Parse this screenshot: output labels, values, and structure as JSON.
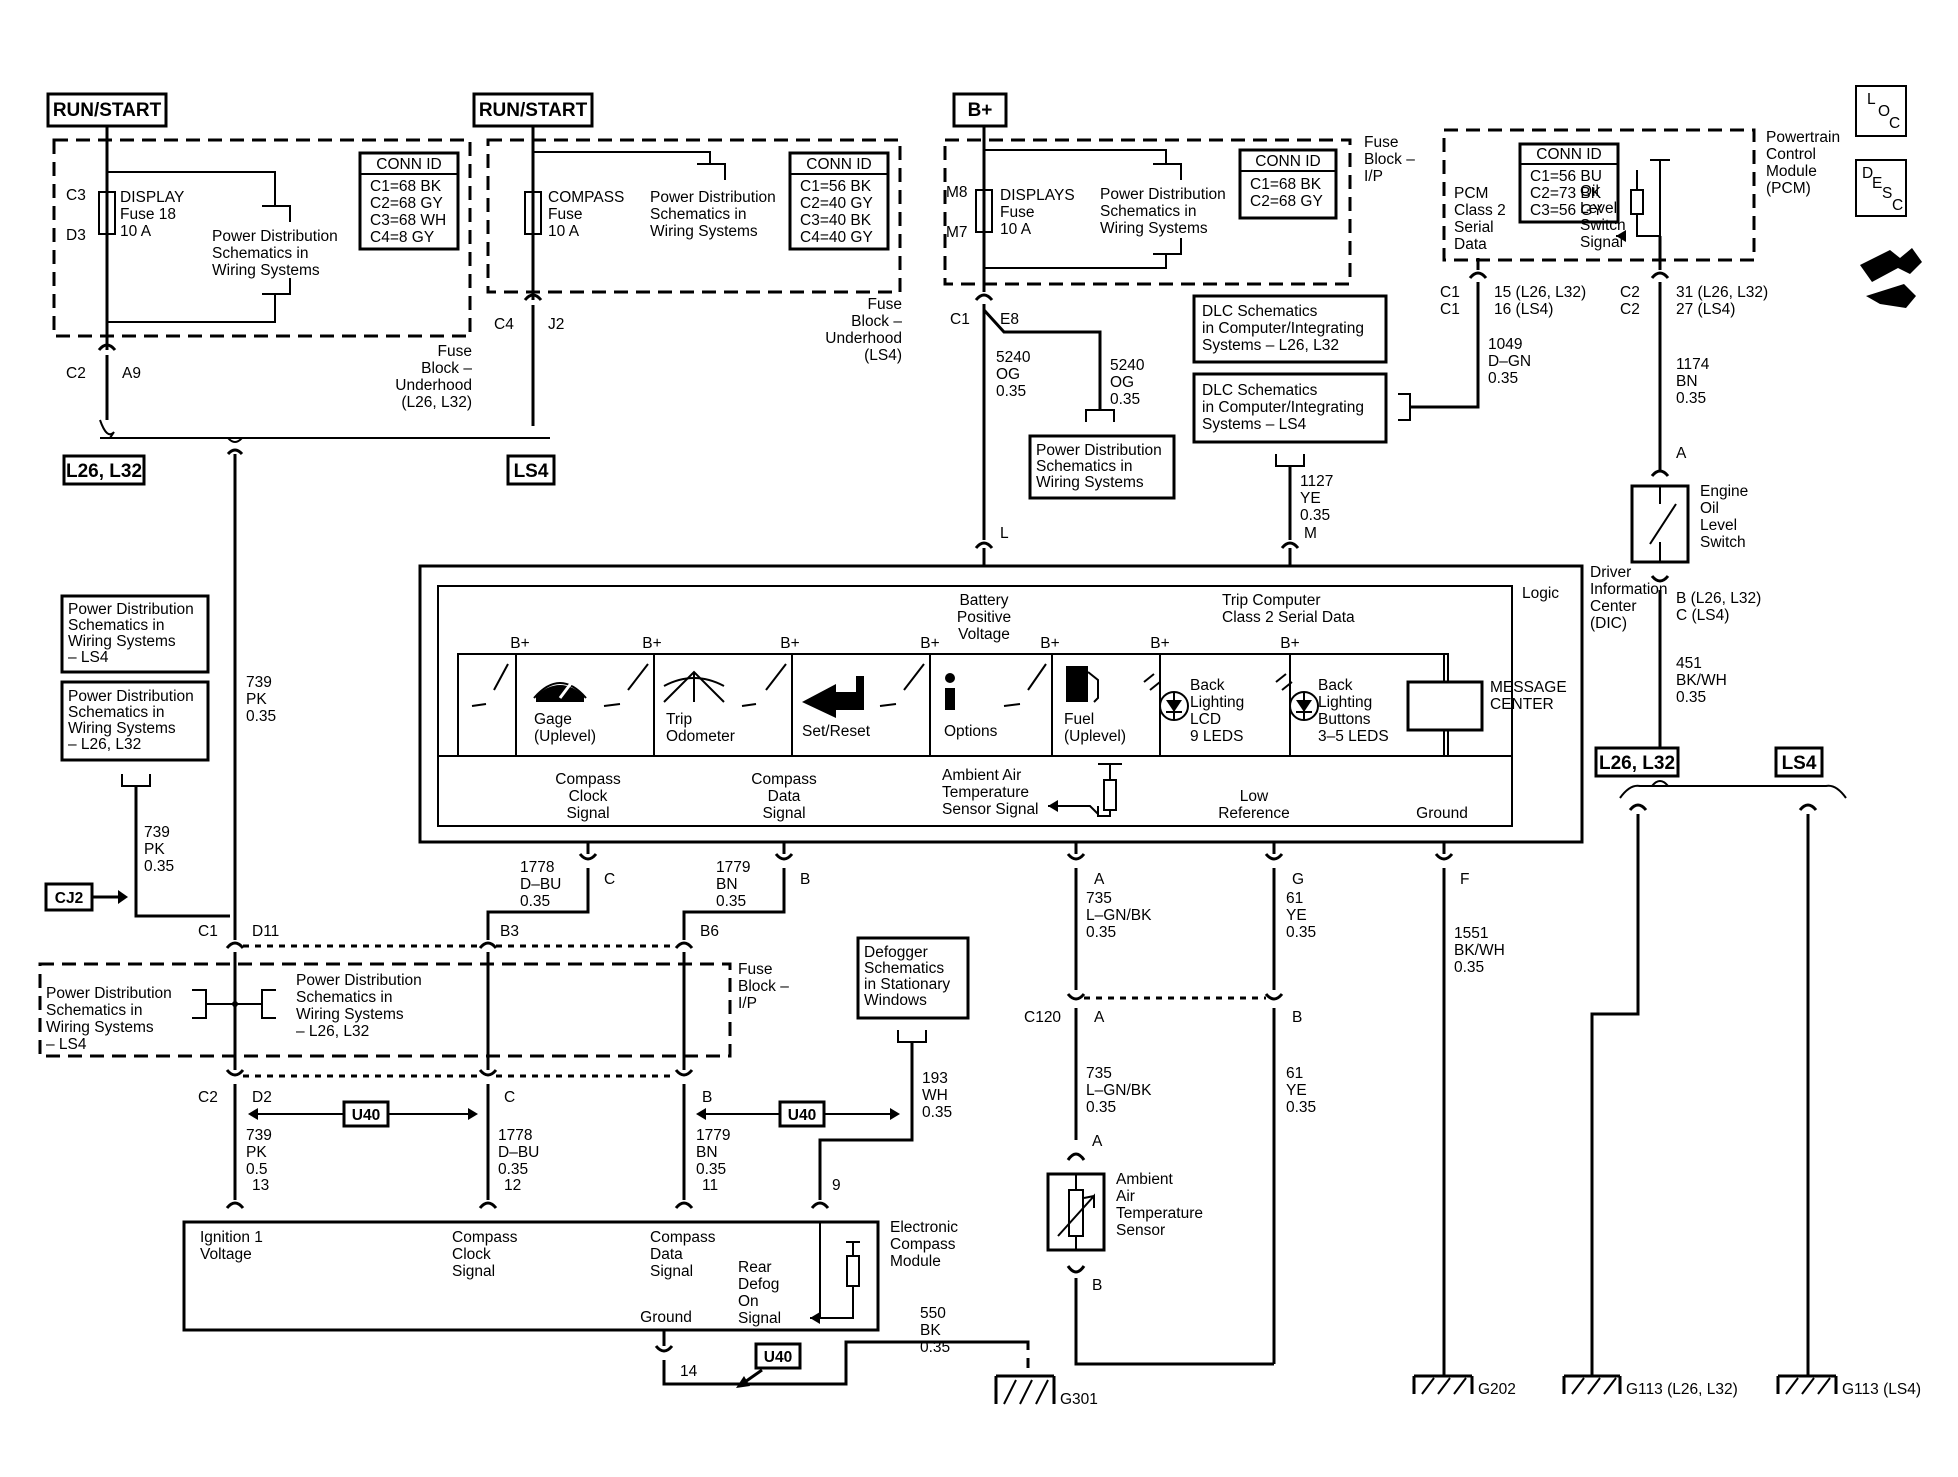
{
  "title": "",
  "tags": {
    "run_start_1": "RUN/START",
    "run_start_2": "RUN/START",
    "b_plus": "B+",
    "l26_l32_left": "L26, L32",
    "ls4_left": "LS4",
    "l26_l32_right": "L26, L32",
    "ls4_right": "LS4",
    "cj2": "CJ2",
    "u40_a": "U40",
    "u40_b": "U40",
    "u40_c": "U40",
    "loc": [
      "L",
      "O",
      "C"
    ],
    "desc": [
      "D",
      "E",
      "S",
      "C"
    ]
  },
  "fuse_block_underhood_l26": {
    "lines": [
      "Fuse",
      "Block –",
      "Underhood",
      "(L26, L32)"
    ],
    "fuse": [
      "DISPLAY",
      "Fuse 18",
      "10 A"
    ],
    "pins": {
      "top": "C3",
      "bottom": "D3"
    },
    "pd_ref": [
      "Power Distribution",
      "Schematics in",
      "Wiring Systems"
    ],
    "conn_title": "CONN ID",
    "conn_rows": [
      "C1=68 BK",
      "C2=68 GY",
      "C3=68 WH",
      "C4=8 GY"
    ],
    "out_conn": "C2",
    "out_pin": "A9"
  },
  "fuse_block_underhood_ls4": {
    "lines": [
      "Fuse",
      "Block –",
      "Underhood",
      "(LS4)"
    ],
    "fuse": [
      "COMPASS",
      "Fuse",
      "10 A"
    ],
    "pd_ref": [
      "Power Distribution",
      "Schematics in",
      "Wiring Systems"
    ],
    "conn_title": "CONN ID",
    "conn_rows": [
      "C1=56 BK",
      "C2=40 GY",
      "C3=40 BK",
      "C4=40 GY"
    ],
    "out_conn": "C4",
    "out_pin": "J2"
  },
  "fuse_block_ip": {
    "lines": [
      "Fuse",
      "Block –",
      "I/P"
    ],
    "fuse": [
      "DISPLAYS",
      "Fuse",
      "10 A"
    ],
    "pins": {
      "top": "M8",
      "bottom": "M7"
    },
    "pd_ref": [
      "Power Distribution",
      "Schematics in",
      "Wiring Systems"
    ],
    "conn_title": "CONN ID",
    "conn_rows": [
      "C1=68 BK",
      "C2=68 GY"
    ],
    "out_conn": "C1",
    "out_pin": "E8"
  },
  "pcm": {
    "name": [
      "Powertrain",
      "Control",
      "Module",
      "(PCM)"
    ],
    "conn_title": "CONN ID",
    "conn_rows": [
      "C1=56 BU",
      "C2=73 BK",
      "C3=56 GY"
    ],
    "serial": [
      "PCM",
      "Class 2",
      "Serial",
      "Data"
    ],
    "oil": [
      "Oil",
      "Level",
      "Switch",
      "Signal"
    ],
    "c1": [
      "C1",
      "C1"
    ],
    "c1_pins": [
      "15 (L26, L32)",
      "16 (LS4)"
    ],
    "c2": [
      "C2",
      "C2"
    ],
    "c2_pins": [
      "31 (L26, L32)",
      "27 (LS4)"
    ]
  },
  "wires": {
    "w5240a": [
      "5240",
      "OG",
      "0.35"
    ],
    "w5240b": [
      "5240",
      "OG",
      "0.35"
    ],
    "w1049": [
      "1049",
      "D–GN",
      "0.35"
    ],
    "w1174": [
      "1174",
      "BN",
      "0.35"
    ],
    "w1127": [
      "1127",
      "YE",
      "0.35"
    ],
    "w451": [
      "451",
      "BK/WH",
      "0.35"
    ],
    "w739a": [
      "739",
      "PK",
      "0.35"
    ],
    "w739b": [
      "739",
      "PK",
      "0.35"
    ],
    "w739c": [
      "739",
      "PK",
      "0.5"
    ],
    "w1778a": [
      "1778",
      "D–BU",
      "0.35"
    ],
    "w1778b": [
      "1778",
      "D–BU",
      "0.35"
    ],
    "w1779a": [
      "1779",
      "BN",
      "0.35"
    ],
    "w1779b": [
      "1779",
      "BN",
      "0.35"
    ],
    "w735a": [
      "735",
      "L–GN/BK",
      "0.35"
    ],
    "w735b": [
      "735",
      "L–GN/BK",
      "0.35"
    ],
    "w61a": [
      "61",
      "YE",
      "0.35"
    ],
    "w61b": [
      "61",
      "YE",
      "0.35"
    ],
    "w1551": [
      "1551",
      "BK/WH",
      "0.35"
    ],
    "w193": [
      "193",
      "WH",
      "0.35"
    ],
    "w550": [
      "550",
      "BK",
      "0.35"
    ]
  },
  "refs": {
    "dlc_l26": [
      "DLC Schematics",
      "in Computer/Integrating",
      "Systems – L26, L32"
    ],
    "dlc_ls4": [
      "DLC Schematics",
      "in Computer/Integrating",
      "Systems – LS4"
    ],
    "pd_mid": [
      "Power Distribution",
      "Schematics in",
      "Wiring Systems"
    ],
    "pd_ls4_top": [
      "Power Distribution",
      "Schematics in",
      "Wiring Systems",
      "– LS4"
    ],
    "pd_l26": [
      "Power Distribution",
      "Schematics in",
      "Wiring Systems",
      "– L26, L32"
    ],
    "pd_ls4_left": [
      "Power Distribution",
      "Schematics in",
      "Wiring Systems",
      "– LS4"
    ],
    "pd_l26_ip": [
      "Power Distribution",
      "Schematics in",
      "Wiring Systems",
      "– L26, L32"
    ],
    "defogger": [
      "Defogger",
      "Schematics",
      "in Stationary",
      "Windows"
    ]
  },
  "oil_switch": {
    "name": [
      "Engine",
      "Oil",
      "Level",
      "Switch"
    ],
    "pin_a": "A",
    "pin_b": [
      "B (L26, L32)",
      "C (LS4)"
    ]
  },
  "dic": {
    "name": [
      "Driver",
      "Information",
      "Center",
      "(DIC)"
    ],
    "logic": "Logic",
    "battery": [
      "Battery",
      "Positive",
      "Voltage"
    ],
    "trip": [
      "Trip Computer",
      "Class 2 Serial Data"
    ],
    "bplus": "B+",
    "buttons": [
      [
        "Gage",
        "(Uplevel)"
      ],
      [
        "Trip",
        "Odometer"
      ],
      [
        "Set/Reset"
      ],
      [
        "Options"
      ],
      [
        "Fuel",
        "(Uplevel)"
      ]
    ],
    "lcd": [
      "Back",
      "Lighting",
      "LCD",
      "9 LEDS"
    ],
    "btn_leds": [
      "Back",
      "Lighting",
      "Buttons",
      "3–5 LEDS"
    ],
    "msg": [
      "MESSAGE",
      "CENTER"
    ],
    "compass_clock": [
      "Compass",
      "Clock",
      "Signal"
    ],
    "compass_data": [
      "Compass",
      "Data",
      "Signal"
    ],
    "ambient": [
      "Ambient Air",
      "Temperature",
      "Sensor Signal"
    ],
    "low_ref": [
      "Low",
      "Reference"
    ],
    "ground": "Ground",
    "pins": {
      "L": "L",
      "M": "M",
      "C": "C",
      "B": "B",
      "A": "A",
      "G": "G",
      "F": "F"
    }
  },
  "ip_fuse_block": {
    "lines": [
      "Fuse",
      "Block –",
      "I/P"
    ],
    "c1": "C1",
    "d11": "D11",
    "b3": "B3",
    "b6": "B6",
    "c2": "C2",
    "d2": "D2",
    "c": "C",
    "b": "B"
  },
  "c120": {
    "name": "C120",
    "a": "A",
    "b": "B"
  },
  "sensor": {
    "name": [
      "Ambient",
      "Air",
      "Temperature",
      "Sensor"
    ],
    "a": "A",
    "b": "B"
  },
  "ecm": {
    "name": [
      "Electronic",
      "Compass",
      "Module"
    ],
    "ign": [
      "Ignition 1",
      "Voltage"
    ],
    "clock": [
      "Compass",
      "Clock",
      "Signal"
    ],
    "data": [
      "Compass",
      "Data",
      "Signal"
    ],
    "defog": [
      "Rear",
      "Defog",
      "On",
      "Signal"
    ],
    "ground": "Ground",
    "pins": {
      "p13": "13",
      "p12": "12",
      "p11": "11",
      "p9": "9",
      "p14": "14"
    }
  },
  "grounds": {
    "g301": "G301",
    "g202": "G202",
    "g113a": "G113 (L26, L32)",
    "g113b": "G113 (LS4)"
  }
}
